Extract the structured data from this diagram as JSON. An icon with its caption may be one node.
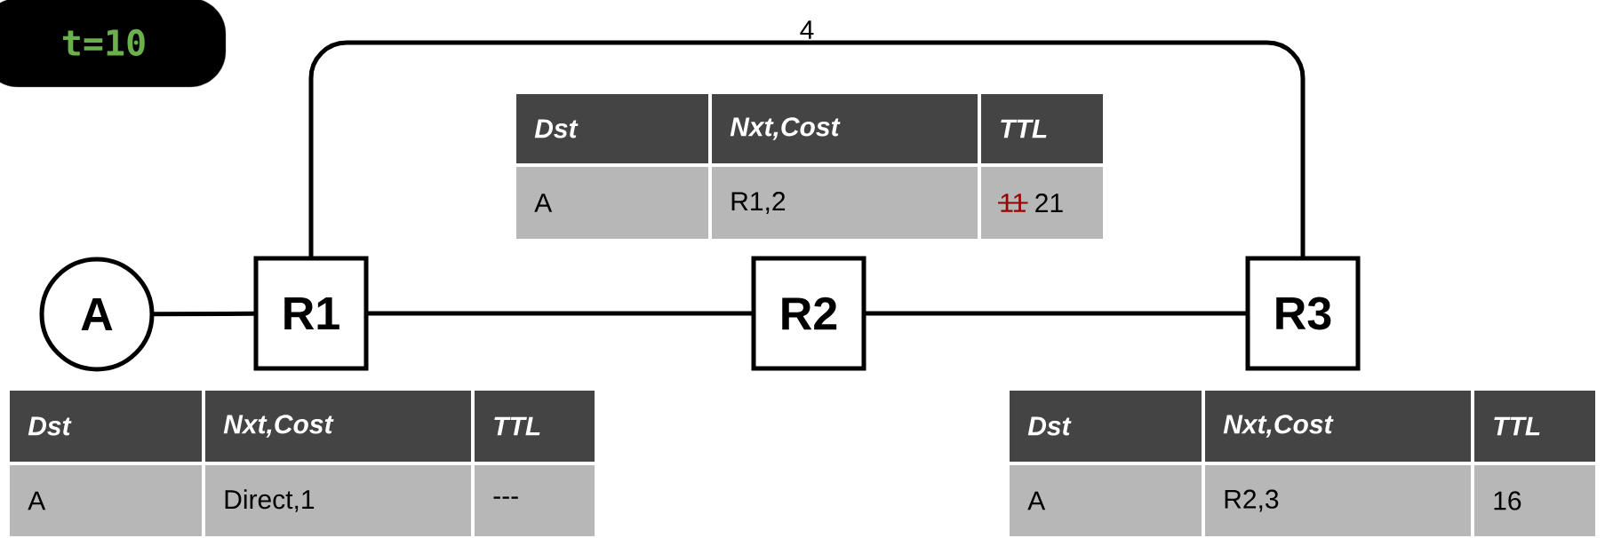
{
  "diagram": {
    "nodes": [
      {
        "text": [
          "t=10"
        ]
      },
      {
        "text": [
          "A"
        ]
      },
      {
        "text": [
          "R1"
        ]
      },
      {
        "text": [
          "R2"
        ]
      },
      {
        "text": [
          "R3"
        ]
      }
    ],
    "edges": [
      {
        "from": 1,
        "to": 2,
        "arrow": "none"
      },
      {
        "from": 2,
        "to": 3,
        "arrow": "none"
      },
      {
        "from": 3,
        "to": 4,
        "arrow": "none"
      },
      {
        "from": 2,
        "to": 4,
        "arrow": "none",
        "label": "4"
      }
    ],
    "labels": [
      "Dst",
      "Nxt,Cost",
      "TTL",
      "A",
      "R1,2",
      "11",
      "21",
      "Dst",
      "Nxt,Cost",
      "TTL",
      "A",
      "Direct,1",
      "---",
      "Dst",
      "Nxt,Cost",
      "TTL",
      "A",
      "R2,3",
      "16"
    ]
  }
}
